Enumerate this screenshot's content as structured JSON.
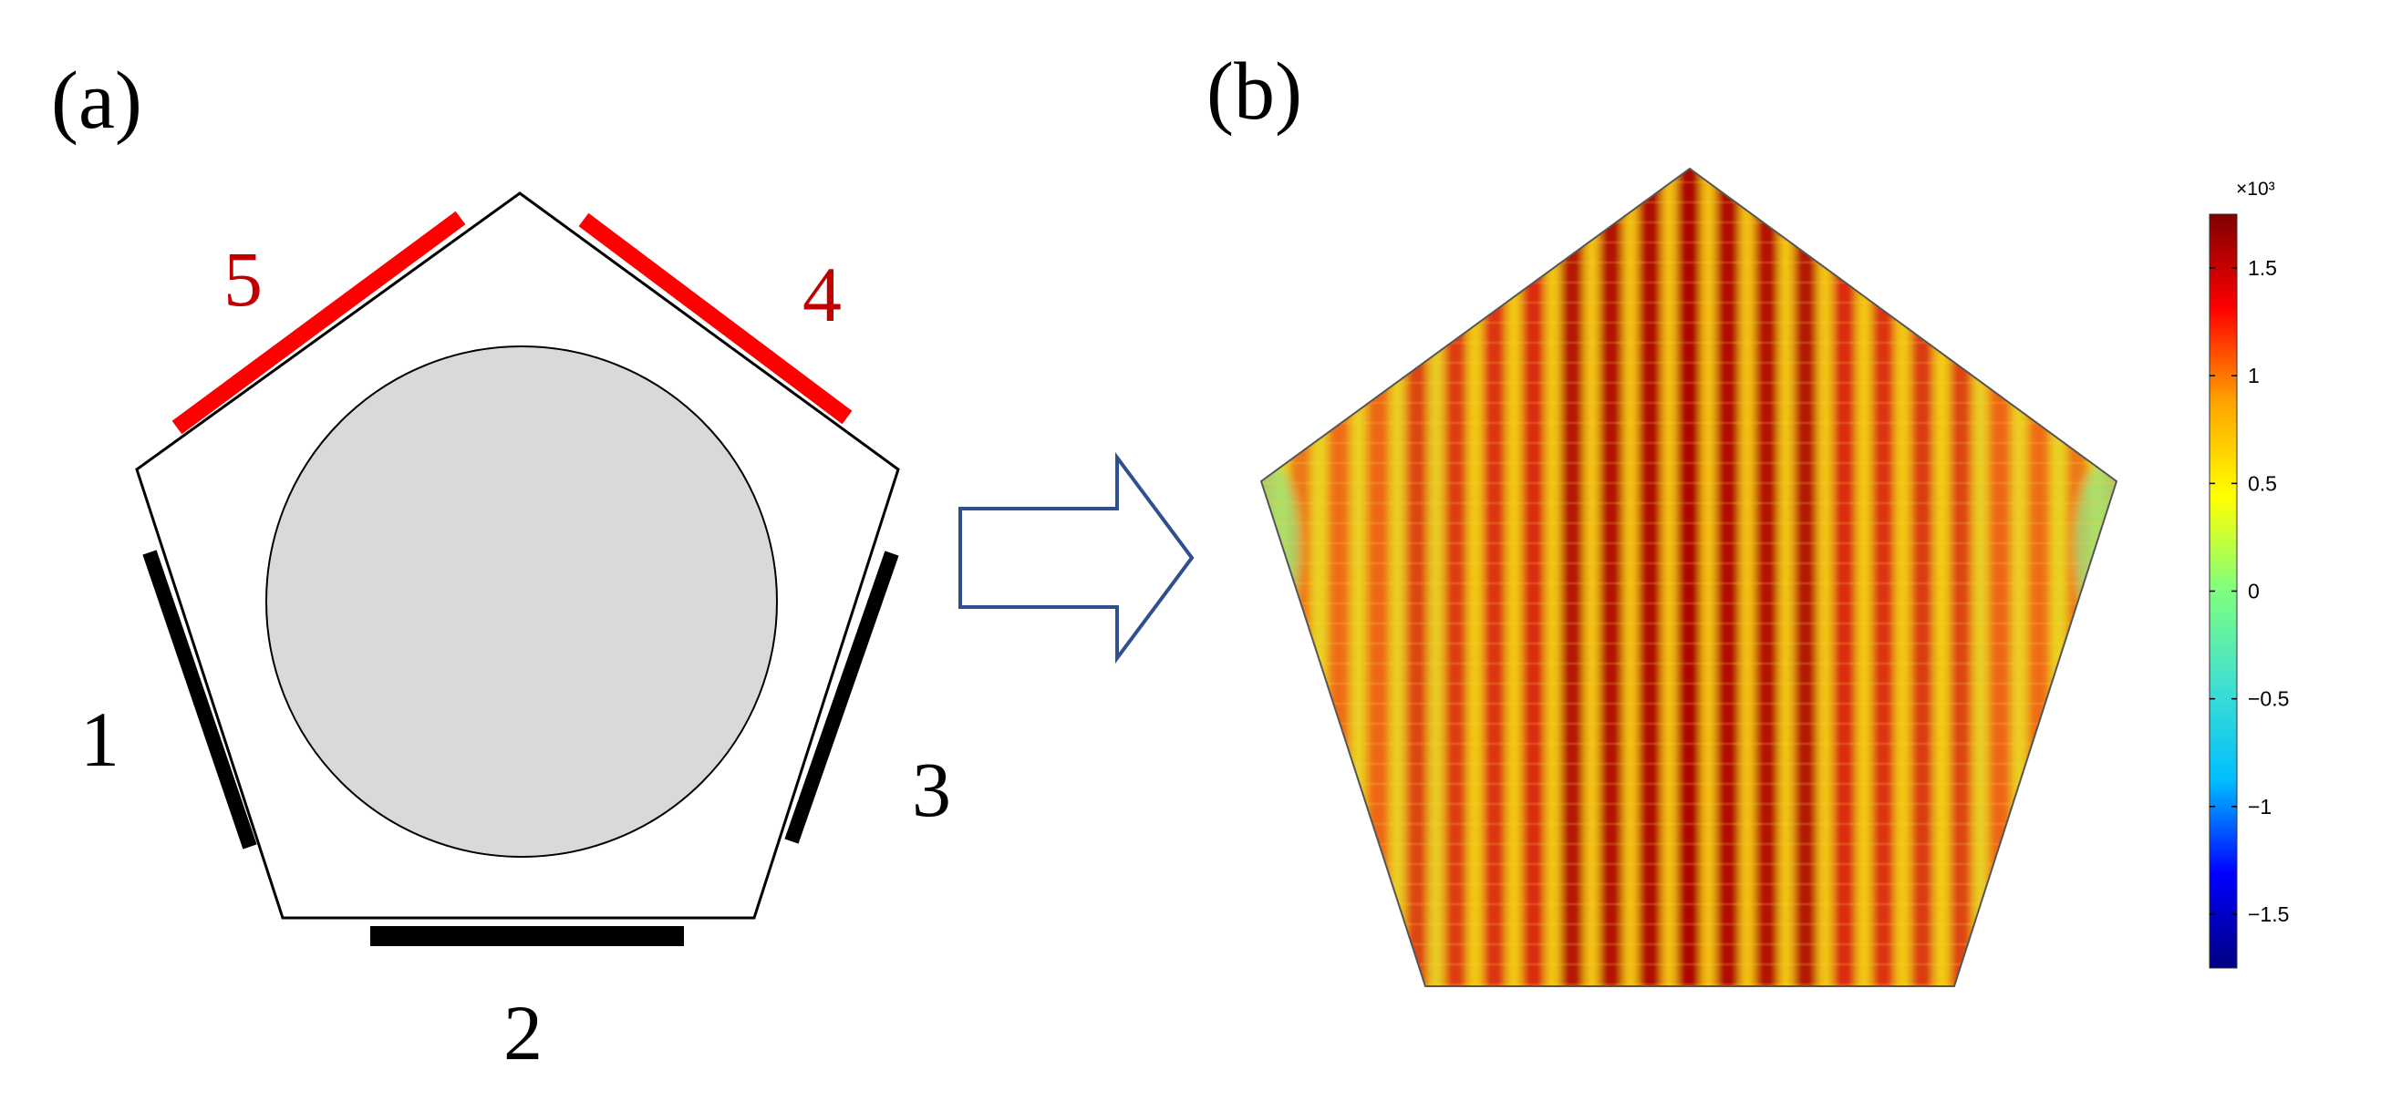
{
  "panel_a": {
    "label": "(a)",
    "transducers": [
      {
        "number": "1",
        "color": "#000000"
      },
      {
        "number": "2",
        "color": "#000000"
      },
      {
        "number": "3",
        "color": "#000000"
      },
      {
        "number": "4",
        "color": "#c00000"
      },
      {
        "number": "5",
        "color": "#c00000"
      }
    ],
    "bar_colors": {
      "active": "#ff0000",
      "passive": "#000000"
    },
    "sample_fill": "#d9d9d9"
  },
  "arrow": {
    "stroke": "#2f4f8f"
  },
  "panel_b": {
    "label": "(b)",
    "colorbar": {
      "multiplier": "×10³",
      "ticks": [
        "1.5",
        "1",
        "0.5",
        "0",
        "−0.5",
        "−1",
        "−1.5"
      ],
      "range": [
        -1.75,
        1.75
      ],
      "colormap": [
        "#00007f",
        "#0000ff",
        "#00bfff",
        "#40e0d0",
        "#7fff7f",
        "#ffff00",
        "#ffa500",
        "#ff0000",
        "#7f0000"
      ]
    }
  }
}
